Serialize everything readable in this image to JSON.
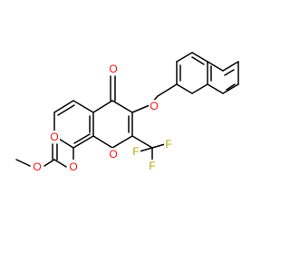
{
  "molecule": {
    "atoms": [
      {
        "id": "O_carbonyl_chromone",
        "label": "O",
        "color": "#ff0d0d"
      },
      {
        "id": "O_ether_naphthyl",
        "label": "O",
        "color": "#ff0d0d"
      },
      {
        "id": "O_ring",
        "label": "O",
        "color": "#ff0d0d"
      },
      {
        "id": "O_aryl_carbonate",
        "label": "O",
        "color": "#ff0d0d"
      },
      {
        "id": "O_carbonate_carbonyl",
        "label": "O",
        "color": "#ff0d0d"
      },
      {
        "id": "O_methoxy",
        "label": "O",
        "color": "#ff0d0d"
      },
      {
        "id": "F_1",
        "label": "F",
        "color": "#b3a600"
      },
      {
        "id": "F_2",
        "label": "F",
        "color": "#b3a600"
      },
      {
        "id": "F_3",
        "label": "F",
        "color": "#b3a600"
      }
    ]
  }
}
